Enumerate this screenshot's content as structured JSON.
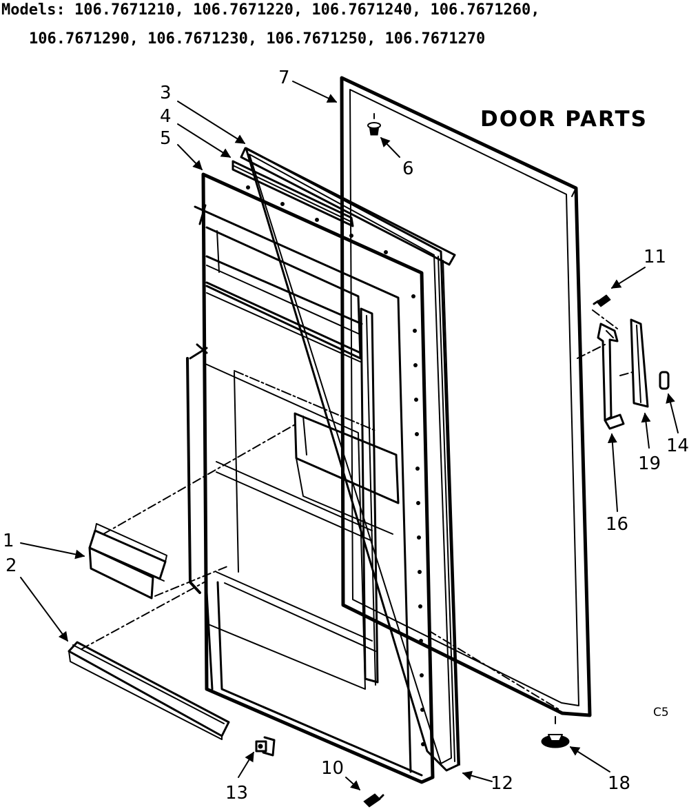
{
  "header": {
    "line1": "Models: 106.7671210, 106.7671220, 106.7671240, 106.7671260,",
    "line2": "106.7671290, 106.7671230, 106.7671250, 106.7671270"
  },
  "title": "DOOR PARTS",
  "diagram_code": "C5",
  "parts": {
    "p1": "1",
    "p2": "2",
    "p3": "3",
    "p4": "4",
    "p5": "5",
    "p6": "6",
    "p7": "7",
    "p10": "10",
    "p11": "11",
    "p12": "12",
    "p13": "13",
    "p14": "14",
    "p16": "16",
    "p18": "18",
    "p19": "19"
  },
  "colors": {
    "ink": "#000000",
    "paper": "#ffffff"
  }
}
